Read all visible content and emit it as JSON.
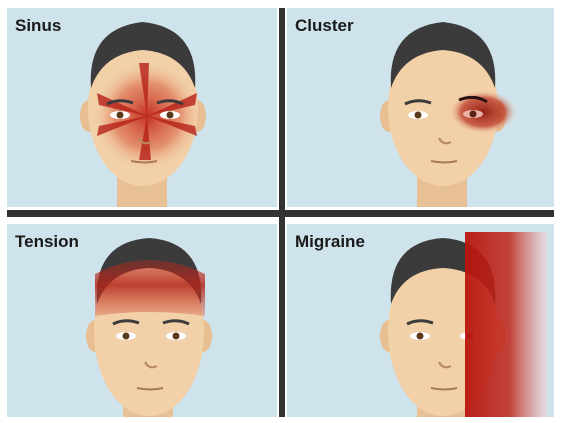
{
  "panels": [
    {
      "label": "Sinus"
    },
    {
      "label": "Cluster"
    },
    {
      "label": "Tension"
    },
    {
      "label": "Migraine"
    }
  ],
  "colors": {
    "panel_bg": "#cfe3ec",
    "skin": "#f2d0a8",
    "skin_shadow": "#e4b98e",
    "hair": "#3b3b3b",
    "pain": "#c0271c",
    "divider": "#333333"
  },
  "icons": [
    "face-illustration",
    "pain-highlight"
  ]
}
